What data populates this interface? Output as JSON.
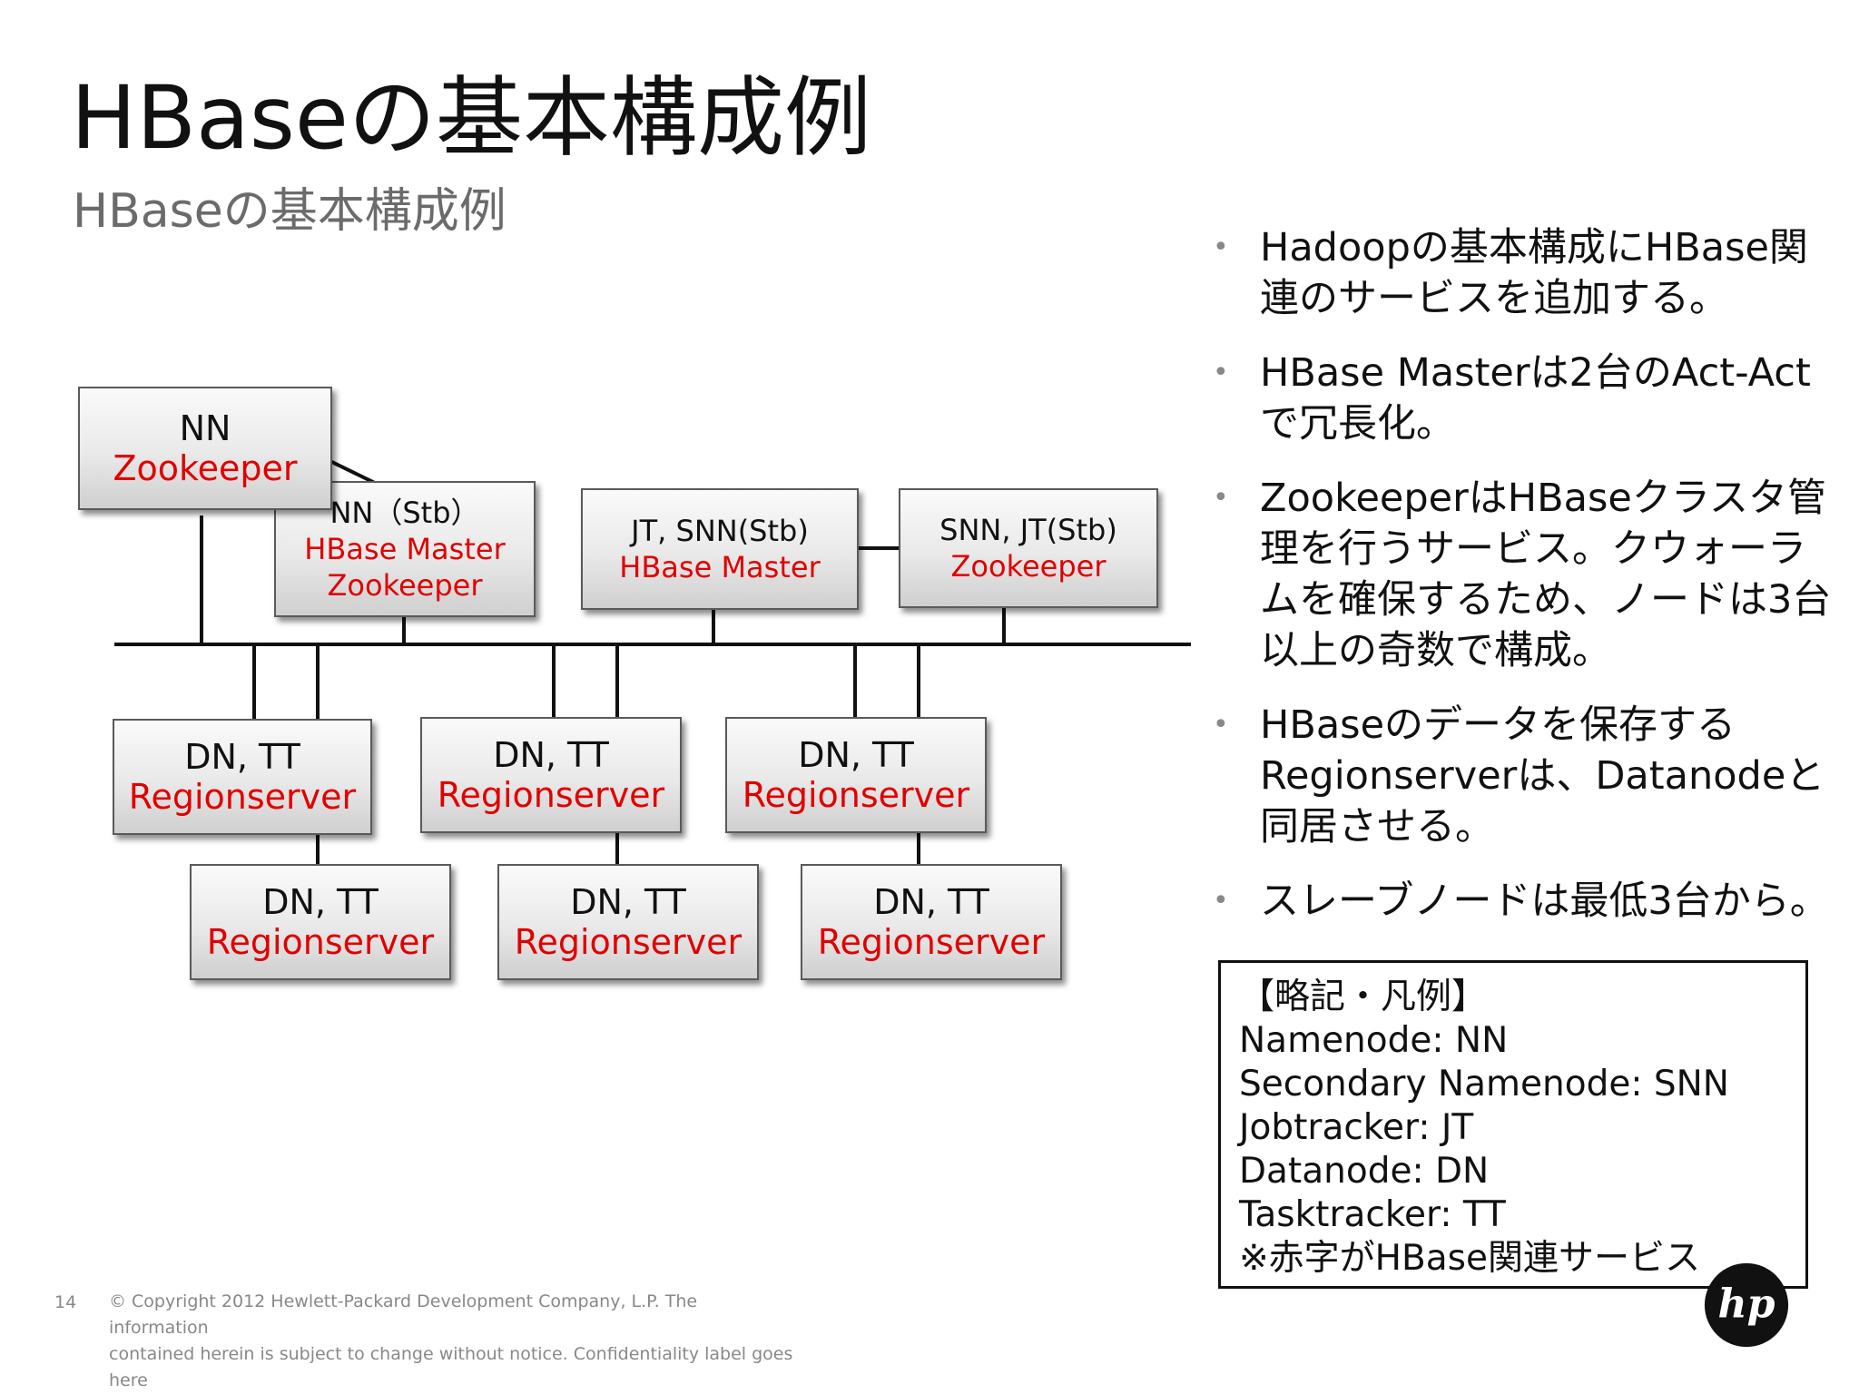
{
  "title": "HBaseの基本構成例",
  "subtitle": "HBaseの基本構成例",
  "nodes": {
    "nn": {
      "line1": "NN",
      "line2": "Zookeeper"
    },
    "nn_stb": {
      "line1": "NN（Stb）",
      "line2": "HBase Master",
      "line3": "Zookeeper"
    },
    "jt": {
      "line1": "JT, SNN(Stb)",
      "line2": "HBase Master"
    },
    "snn": {
      "line1": "SNN, JT(Stb)",
      "line2": "Zookeeper"
    },
    "dn": [
      {
        "line1": "DN, TT",
        "line2": "Regionserver"
      },
      {
        "line1": "DN, TT",
        "line2": "Regionserver"
      },
      {
        "line1": "DN, TT",
        "line2": "Regionserver"
      },
      {
        "line1": "DN, TT",
        "line2": "Regionserver"
      },
      {
        "line1": "DN, TT",
        "line2": "Regionserver"
      },
      {
        "line1": "DN, TT",
        "line2": "Regionserver"
      }
    ]
  },
  "bullets": [
    "Hadoopの基本構成にHBase関連のサービスを追加する。",
    "HBase Masterは2台のAct-Actで冗長化。",
    "ZookeeperはHBaseクラスタ管理を行うサービス。クウォーラムを確保するため、ノードは3台以上の奇数で構成。",
    "HBaseのデータを保存するRegionserverは、Datanodeと同居させる。",
    "スレーブノードは最低3台から。"
  ],
  "legend": {
    "heading": "【略記・凡例】",
    "items": [
      "Namenode: NN",
      "Secondary Namenode: SNN",
      "Jobtracker: JT",
      "Datanode: DN",
      "Tasktracker: TT",
      "※赤字がHBase関連サービス"
    ]
  },
  "footer": {
    "page_number": "14",
    "copyright_line1": "© Copyright 2012 Hewlett-Packard Development Company, L.P.  The information",
    "copyright_line2": "contained herein is subject to change without notice. Confidentiality label goes here"
  },
  "logo": {
    "text": "hp",
    "icon": "hp-logo-icon"
  },
  "colors": {
    "hbase_service": "#e00000",
    "text": "#111111",
    "muted": "#6b6b6b"
  }
}
